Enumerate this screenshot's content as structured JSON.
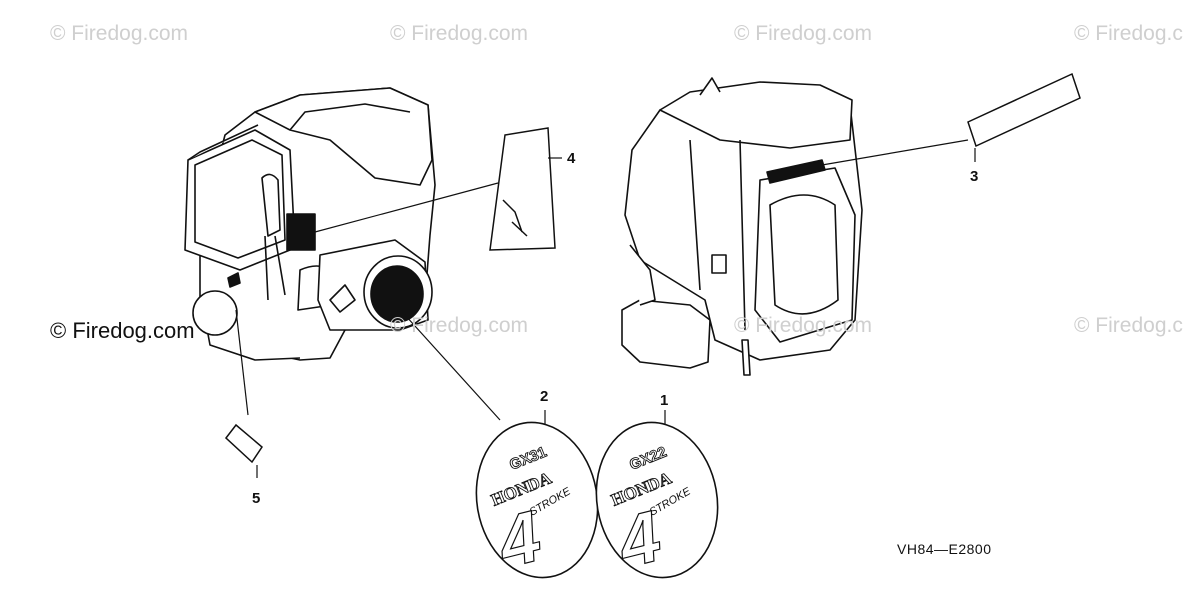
{
  "watermarks": {
    "top": [
      "© Firedog.com",
      "© Firedog.com",
      "© Firedog.com",
      "© Firedog.c"
    ],
    "middle": [
      "© Firedog.com",
      "© Firedog.com",
      "© Firedog.com",
      "© Firedog.c"
    ]
  },
  "callouts": [
    "1",
    "2",
    "3",
    "4",
    "5"
  ],
  "emblems": {
    "left": {
      "model": "GX31",
      "brand": "HONDA",
      "digit": "4",
      "word": "STROKE"
    },
    "right": {
      "model": "GX22",
      "brand": "HONDA",
      "digit": "4",
      "word": "STROKE"
    }
  },
  "diagram_code": "VH84—E2800"
}
